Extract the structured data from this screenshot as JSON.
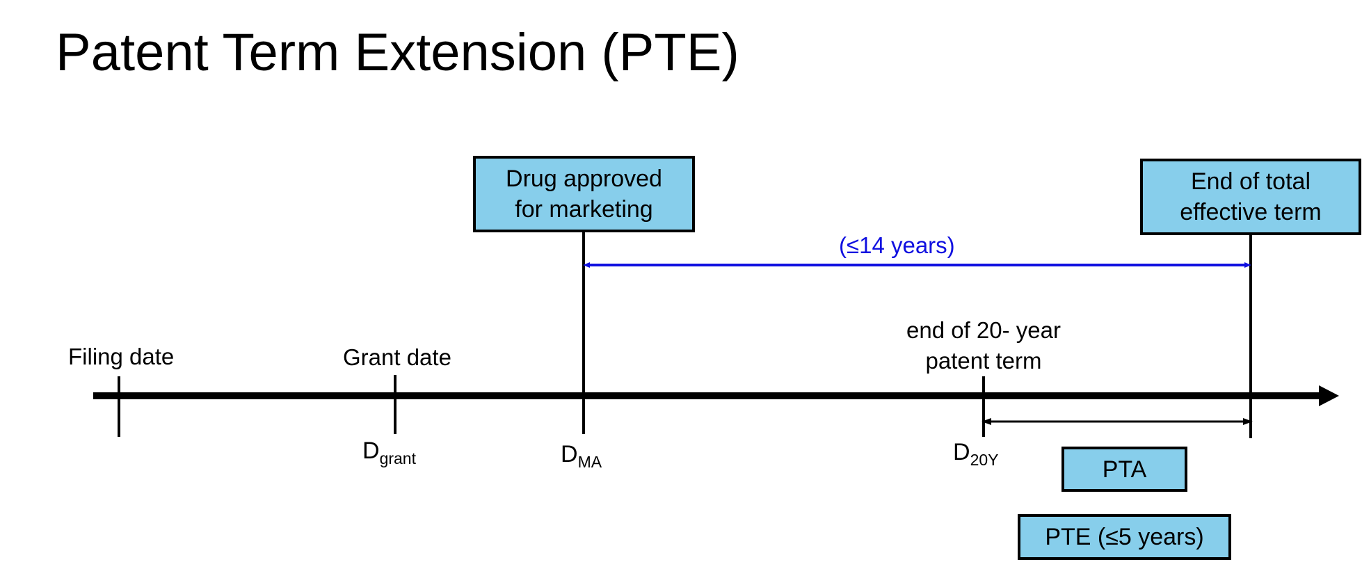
{
  "title": "Patent Term Extension (PTE)",
  "events": {
    "filing": "Filing date",
    "grant": "Grant date",
    "end20": "end of 20- year patent term"
  },
  "boxes": {
    "drug_approved": "Drug approved for marketing",
    "end_total": "End of total effective term",
    "pta": "PTA",
    "pte": "PTE (≤5 years)"
  },
  "markers": {
    "grant": {
      "base": "D",
      "sub": "grant"
    },
    "ma": {
      "base": "D",
      "sub": "MA"
    },
    "d20y": {
      "base": "D",
      "sub": "20Y"
    }
  },
  "span_label": "(≤14 years)",
  "colors": {
    "box_fill": "#87ceeb",
    "span_arrow": "#1010e0",
    "line": "#000000"
  }
}
